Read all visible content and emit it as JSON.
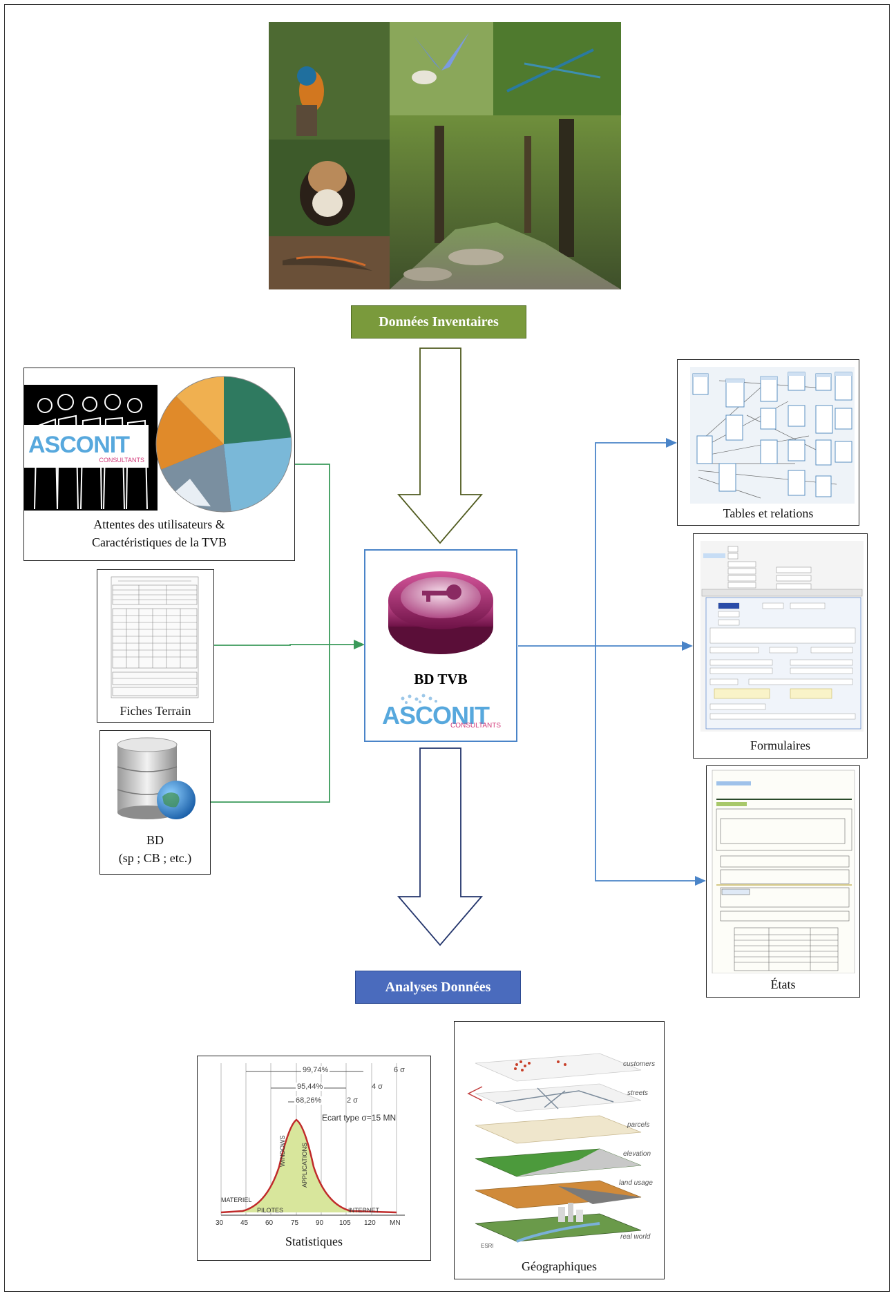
{
  "labels": {
    "inventory": "Données Inventaires",
    "analyses": "Analyses Données"
  },
  "center": {
    "title": "BD TVB",
    "logo_main": "ASCONIT",
    "logo_sub": "CONSULTANTS"
  },
  "left": {
    "users": {
      "caption_line1": "Attentes des utilisateurs &",
      "caption_line2": "Caractéristiques de la TVB",
      "logo_main": "ASCONIT",
      "logo_sub": "CONSULTANTS"
    },
    "field": {
      "caption": "Fiches Terrain"
    },
    "db": {
      "caption_line1": "BD",
      "caption_line2": "(sp ; CB ; etc.)"
    }
  },
  "right": {
    "tables": {
      "caption": "Tables et relations"
    },
    "forms": {
      "caption": "Formulaires"
    },
    "reports": {
      "caption": "États"
    }
  },
  "bottom": {
    "stats": {
      "caption": "Statistiques",
      "bracket1": "99,74%",
      "bracket1_sigma": "6 σ",
      "bracket2": "95,44%",
      "bracket2_sigma": "4 σ",
      "bracket3": "68,26%",
      "bracket3_sigma": "2 σ",
      "ecart": "Ecart type σ=15 MN",
      "materiel": "MATERIEL",
      "pilotes": "PILOTES",
      "windows": "WINDOWS",
      "applications": "APPLICATIONS",
      "internet": "INTERNET",
      "x_ticks": [
        "30",
        "45",
        "60",
        "75",
        "90",
        "105",
        "120",
        "MN"
      ]
    },
    "geo": {
      "caption": "Géographiques",
      "layers": [
        "customers",
        "streets",
        "parcels",
        "elevation",
        "land usage",
        "real world"
      ],
      "esri": "ESRI"
    }
  },
  "colors": {
    "green_label": "#7a9a3c",
    "blue_label": "#4a6bbd",
    "green_connector": "#3a9a5a",
    "blue_connector": "#4a84c8",
    "center_border": "#4a84c8"
  }
}
